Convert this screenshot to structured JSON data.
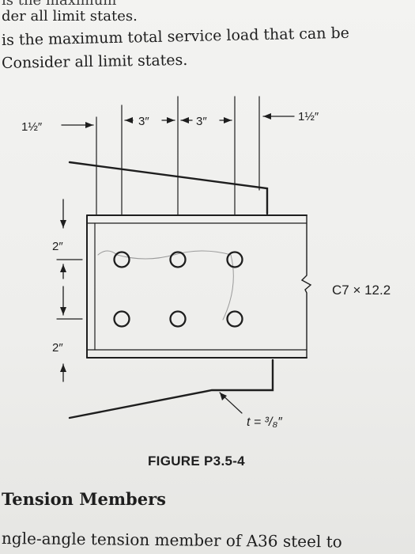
{
  "text": {
    "line0": "is the maximum",
    "line1": "der all limit states.",
    "line2": "is the maximum total service load that can be",
    "line3": "Consider all limit states.",
    "caption": "FIGURE P3.5-4",
    "section": "Tension Members",
    "line_last": "ngle-angle tension member of A36 steel to"
  },
  "figure": {
    "dim_edge_left": "1½″",
    "dim_spacing_1": "3″",
    "dim_spacing_2": "3″",
    "dim_edge_right": "1½″",
    "dim_gauge_top": "2″",
    "dim_gauge_bottom": "2″",
    "channel_label": "C7 × 12.2",
    "thickness_label": "t = ³/₈″"
  }
}
